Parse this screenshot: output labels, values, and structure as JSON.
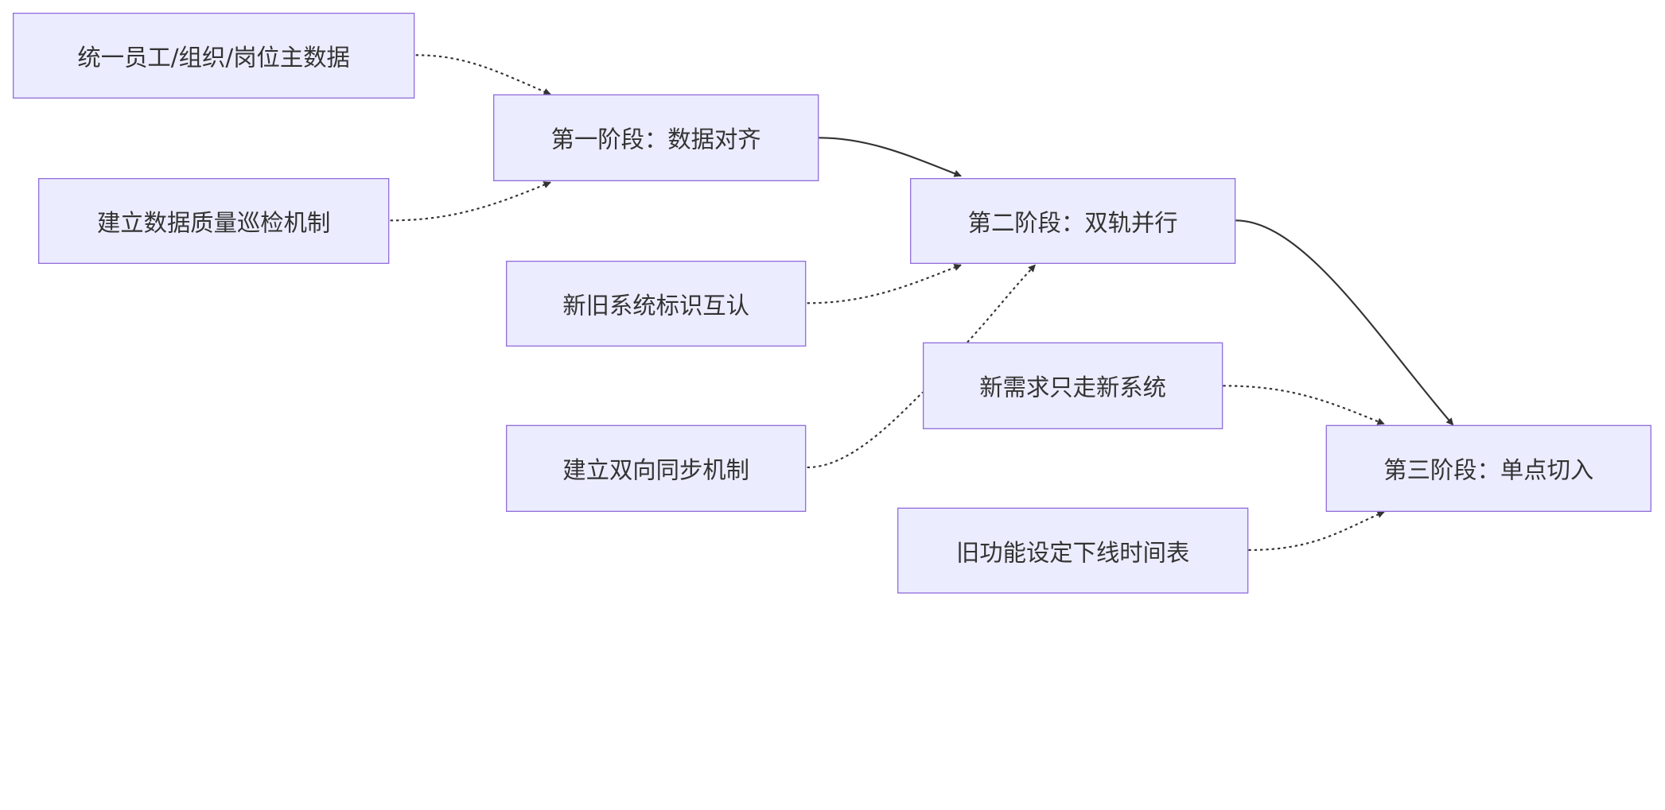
{
  "nodes": {
    "masterdata": "统一员工/组织/岗位主数据",
    "quality": "建立数据质量巡检机制",
    "phase1": "第一阶段：数据对齐",
    "identify": "新旧系统标识互认",
    "phase2": "第二阶段：双轨并行",
    "newreq": "新需求只走新系统",
    "sync": "建立双向同步机制",
    "phase3": "第三阶段：单点切入",
    "offline": "旧功能设定下线时间表"
  },
  "edges": [
    {
      "from": "masterdata",
      "to": "phase1",
      "style": "dotted"
    },
    {
      "from": "quality",
      "to": "phase1",
      "style": "dotted"
    },
    {
      "from": "phase1",
      "to": "phase2",
      "style": "solid"
    },
    {
      "from": "identify",
      "to": "phase2",
      "style": "dotted"
    },
    {
      "from": "sync",
      "to": "phase2",
      "style": "dotted"
    },
    {
      "from": "phase2",
      "to": "phase3",
      "style": "solid"
    },
    {
      "from": "newreq",
      "to": "phase3",
      "style": "dotted"
    },
    {
      "from": "offline",
      "to": "phase3",
      "style": "dotted"
    }
  ],
  "colors": {
    "node_fill": "#ECECFF",
    "node_border": "#9370DB",
    "edge": "#333333",
    "text": "#333333"
  }
}
